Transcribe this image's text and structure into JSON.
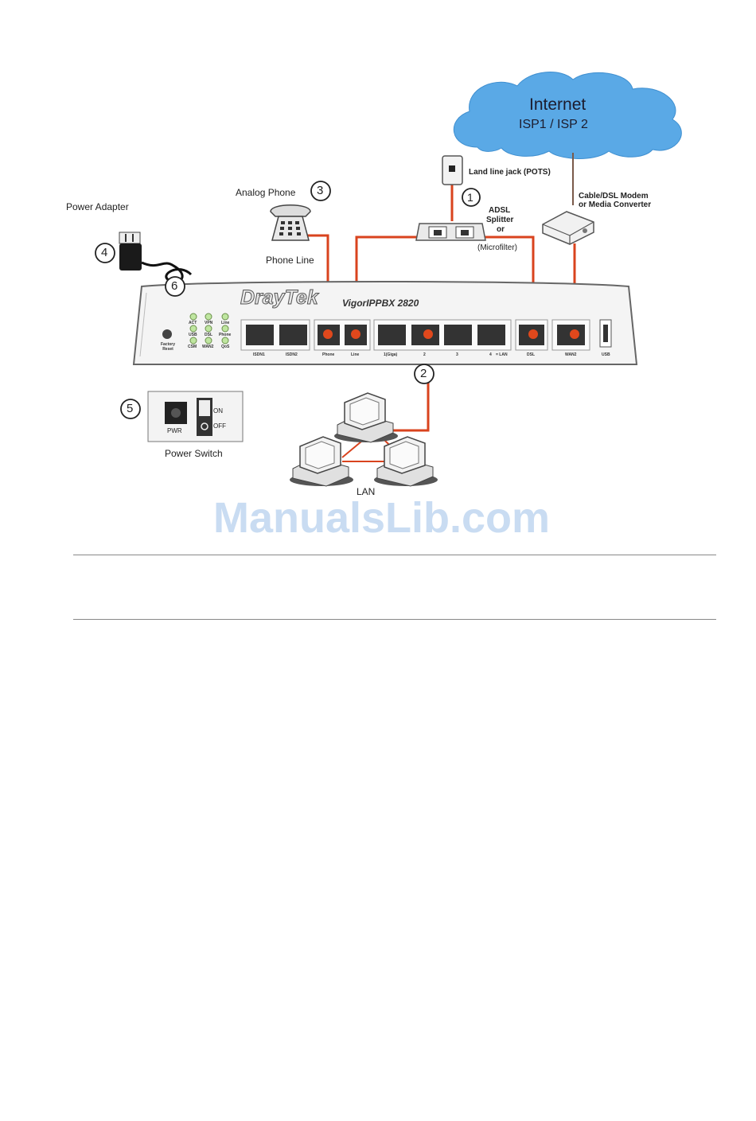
{
  "labels": {
    "internet": "Internet",
    "isp": "ISP1 / ISP 2",
    "landline_jack": "Land line jack (POTS)",
    "modem_line1": "Cable/DSL Modem",
    "modem_line2": "or Media Converter",
    "splitter_line1": "ADSL",
    "splitter_line2": "Splitter",
    "splitter_line3": "or",
    "splitter_line4": "(Microfilter)",
    "analog_phone": "Analog Phone",
    "phone_line": "Phone  Line",
    "power_adapter": "Power Adapter",
    "power_switch": "Power Switch",
    "pwr": "PWR",
    "on": "ON",
    "off": "OFF",
    "lan": "LAN",
    "brand": "DrayTek",
    "model": "VigorIPPBX  2820",
    "factory_reset": "Factory Reset"
  },
  "steps": [
    "1",
    "2",
    "3",
    "4",
    "5",
    "6"
  ],
  "leds": [
    "ACT",
    "VPN",
    "Line",
    "USB",
    "DSL",
    "Phone",
    "CSM",
    "WAN2",
    "QoS"
  ],
  "ports": [
    "ISDN1",
    "ISDN2",
    "Phone",
    "Line",
    "1(Giga)",
    "2",
    "3",
    "4",
    "= LAN",
    "DSL",
    "WAN2",
    "USB"
  ],
  "watermark": "ManualsLib.com",
  "colors": {
    "cable": "#d9431e",
    "cloud": "#5aa9e6",
    "port_active": "#e0481c"
  }
}
